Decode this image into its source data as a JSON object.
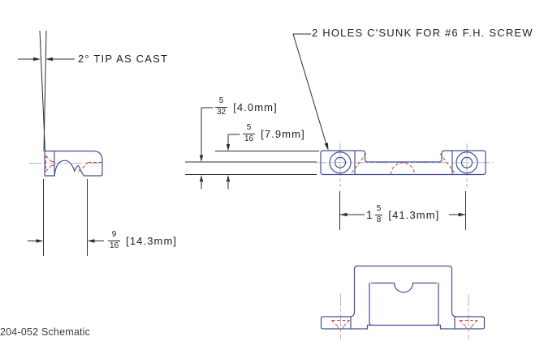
{
  "caption": "204-052 Schematic",
  "annotations": {
    "holes_note": "2 HOLES C'SUNK FOR #6 F.H. SCREW",
    "tip_note": "2° TIP AS CAST"
  },
  "dimensions": {
    "slot_depth": {
      "numerator": "5",
      "denominator": "32",
      "metric": "[4.0mm]"
    },
    "body_thickness": {
      "numerator": "5",
      "denominator": "16",
      "metric": "[7.9mm]"
    },
    "side_width": {
      "numerator": "9",
      "denominator": "16",
      "metric": "[14.3mm]"
    },
    "hole_spacing": {
      "whole": "1",
      "numerator": "5",
      "denominator": "8",
      "metric": "[41.3mm]"
    }
  },
  "colors": {
    "outline": "#414f94",
    "hidden": "#c2413c",
    "centerline": "#b7b7bb",
    "dimension": "#2d2d2d"
  }
}
